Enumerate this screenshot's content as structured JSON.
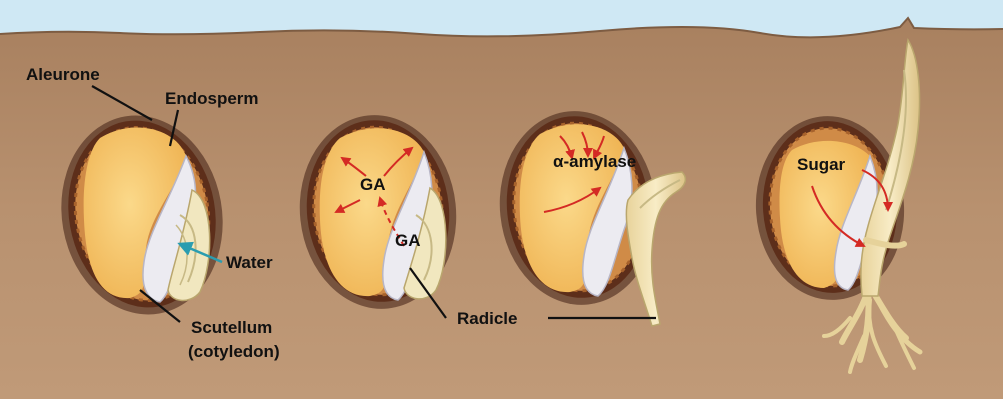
{
  "colors": {
    "sky": "#cfe8f4",
    "soil": "#b58d6c",
    "endosperm": "#f4c367",
    "aleurone": "#c98542",
    "coat": "#5d2e1a",
    "scutellum": "#ecebf1",
    "embryo": "#f3e4b4",
    "arrow": "#d42a24",
    "water_arrow": "#2a9db0"
  },
  "labels": {
    "aleurone": "Aleurone",
    "endosperm": "Endosperm",
    "water": "Water",
    "scutellum": "Scutellum",
    "cotyledon": "(cotyledon)",
    "ga_top": "GA",
    "ga_embryo": "GA",
    "amylase": "α-amylase",
    "radicle": "Radicle",
    "sugar": "Sugar"
  }
}
